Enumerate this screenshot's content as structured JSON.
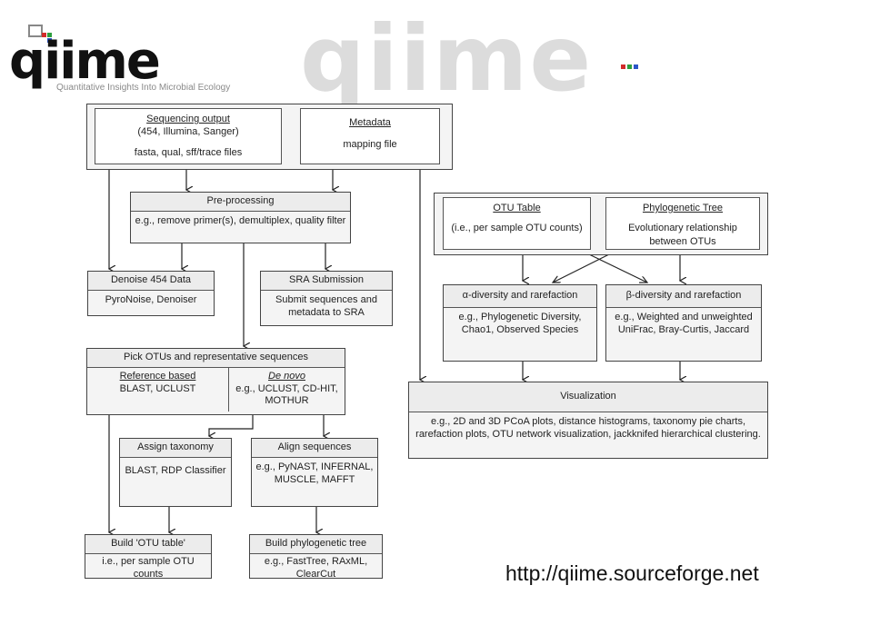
{
  "branding": {
    "logo": "qiime",
    "tagline": "Quantitative Insights Into Microbial Ecology",
    "watermark": "qiime",
    "colors": {
      "red": "#d22b2b",
      "green": "#2e9e3e",
      "blue": "#2b55c8"
    }
  },
  "boxes": {
    "input": {
      "sequencing_title": "Sequencing output",
      "sequencing_sub": "(454, Illumina, Sanger)",
      "sequencing_files": "fasta, qual, sff/trace files",
      "metadata_title": "Metadata",
      "metadata_sub": "mapping file"
    },
    "preprocessing": {
      "title": "Pre-processing",
      "body": "e.g., remove primer(s), demultiplex, quality filter"
    },
    "denoise": {
      "title": "Denoise 454 Data",
      "body": "PyroNoise, Denoiser"
    },
    "sra": {
      "title": "SRA Submission",
      "body": "Submit sequences and metadata to SRA"
    },
    "pick_otus": {
      "title": "Pick OTUs and representative sequences",
      "ref_title": "Reference based",
      "ref_body": "BLAST, UCLUST",
      "denovo_title": "De novo",
      "denovo_body": "e.g., UCLUST, CD-HIT, MOTHUR"
    },
    "assign_taxonomy": {
      "title": "Assign taxonomy",
      "body": "BLAST, RDP Classifier"
    },
    "align": {
      "title": "Align sequences",
      "body": "e.g., PyNAST, INFERNAL, MUSCLE, MAFFT"
    },
    "build_otu": {
      "title": "Build 'OTU table'",
      "body": "i.e., per sample OTU counts"
    },
    "build_tree": {
      "title": "Build phylogenetic tree",
      "body": "e.g., FastTree, RAxML, ClearCut"
    },
    "otu_table": {
      "title": "OTU Table",
      "body": "(i.e., per sample OTU counts)"
    },
    "phylo_tree": {
      "title": "Phylogenetic Tree",
      "body": "Evolutionary relationship between OTUs"
    },
    "alpha": {
      "title": "α-diversity and rarefaction",
      "body": "e.g., Phylogenetic Diversity, Chao1, Observed Species"
    },
    "beta": {
      "title": "β-diversity and rarefaction",
      "body": "e.g., Weighted and unweighted UniFrac, Bray-Curtis, Jaccard"
    },
    "visualization": {
      "title": "Visualization",
      "body": "e.g., 2D and 3D PCoA plots, distance histograms, taxonomy pie charts, rarefaction plots, OTU network visualization, jackknifed hierarchical clustering."
    }
  },
  "url": "http://qiime.sourceforge.net"
}
